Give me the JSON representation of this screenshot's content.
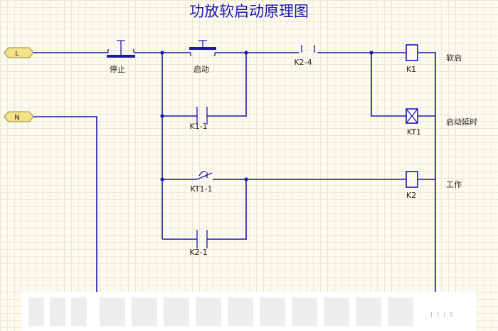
{
  "title": "功放软启动原理图",
  "terminals": {
    "line": "L",
    "neutral": "N"
  },
  "components": {
    "stop_button": "停止",
    "start_button": "启动",
    "k2_4": "K2-4",
    "k1_1": "K1-1",
    "kt1_1": "KT1-1",
    "k2_1": "K2-1",
    "coil_k1": "K1",
    "coil_kt1": "KT1",
    "coil_k2": "K2"
  },
  "functions": {
    "soft_start": "软启",
    "start_delay": "启动延时",
    "work": "工作"
  },
  "watermark": "I  l  i  t"
}
